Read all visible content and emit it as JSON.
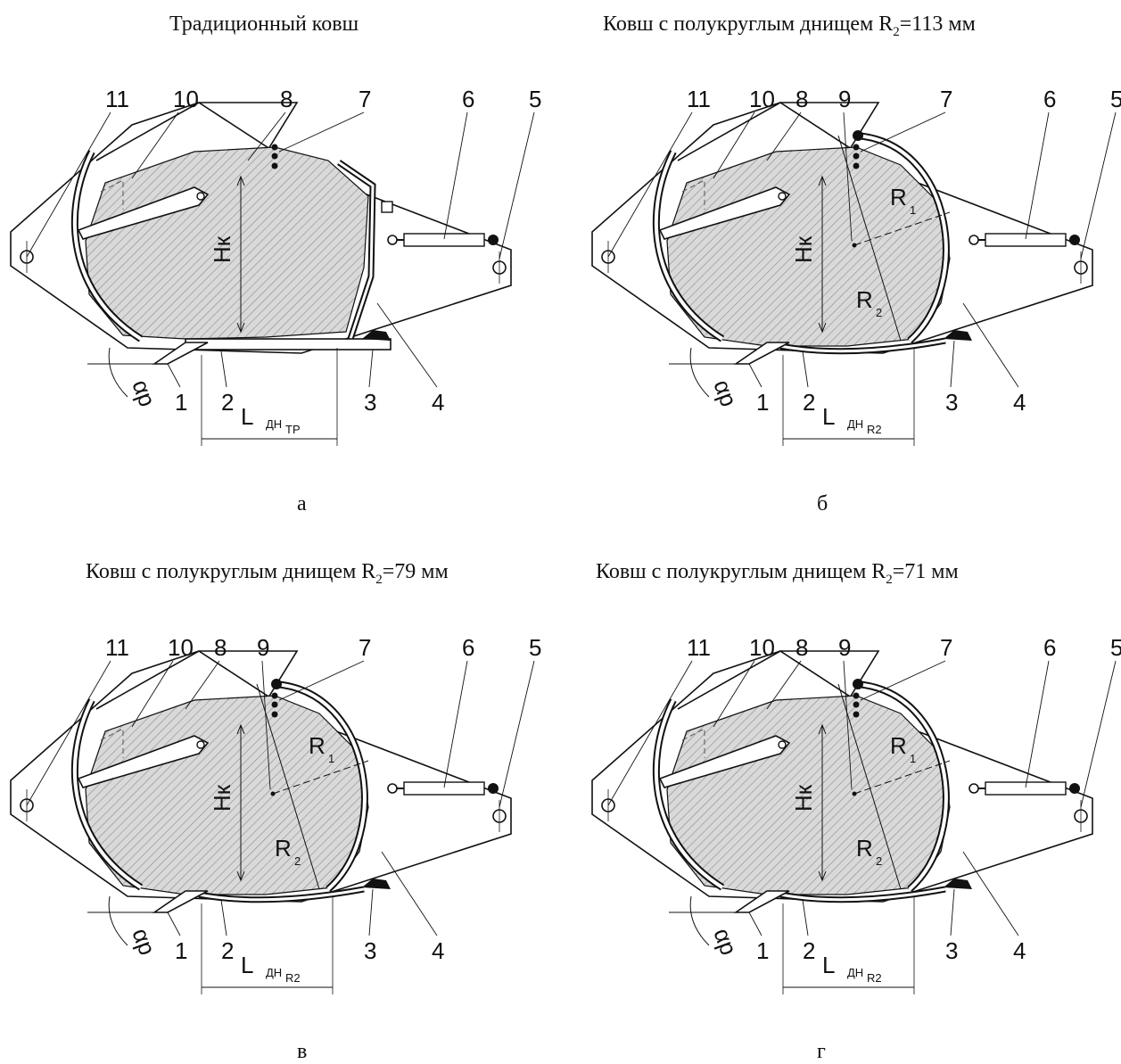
{
  "panels": [
    {
      "id": "a",
      "title": "Традиционный ковш",
      "letter": "а",
      "variant": "traditional",
      "callouts": [
        "11",
        "10",
        "8",
        "7",
        "6",
        "5",
        "1",
        "2",
        "3",
        "4"
      ],
      "dims": {
        "height": "Нк",
        "length": "L",
        "length_sub": "ДН",
        "length_sub2": "ТР",
        "angle": "αр"
      }
    },
    {
      "id": "b",
      "title_pre": "Ковш с полукруглым днищем R",
      "title_sub": "2",
      "title_post": "=113 мм",
      "letter": "б",
      "variant": "round",
      "callouts": [
        "11",
        "10",
        "8",
        "9",
        "7",
        "6",
        "5",
        "1",
        "2",
        "3",
        "4"
      ],
      "dims": {
        "height": "Нк",
        "length": "L",
        "length_sub": "ДН",
        "length_sub2": "R2",
        "r1": "R",
        "r1_sub": "1",
        "r2": "R",
        "r2_sub": "2",
        "angle": "αр"
      }
    },
    {
      "id": "v",
      "title_pre": "Ковш с полукруглым днищем R",
      "title_sub": "2",
      "title_post": "=79 мм",
      "letter": "в",
      "variant": "round",
      "callouts": [
        "11",
        "10",
        "8",
        "9",
        "7",
        "6",
        "5",
        "1",
        "2",
        "3",
        "4"
      ],
      "dims": {
        "height": "Нк",
        "length": "L",
        "length_sub": "ДН",
        "length_sub2": "R2",
        "r1": "R",
        "r1_sub": "1",
        "r2": "R",
        "r2_sub": "2",
        "angle": "αр"
      }
    },
    {
      "id": "g",
      "title_pre": "Ковш с полукруглым днищем R",
      "title_sub": "2",
      "title_post": "=71 мм",
      "letter": "г",
      "variant": "round",
      "callouts": [
        "11",
        "10",
        "8",
        "9",
        "7",
        "6",
        "5",
        "1",
        "2",
        "3",
        "4"
      ],
      "dims": {
        "height": "Нк",
        "length": "L",
        "length_sub": "ДН",
        "length_sub2": "R2",
        "r1": "R",
        "r1_sub": "1",
        "r2": "R",
        "r2_sub": "2",
        "angle": "αр"
      }
    }
  ],
  "colors": {
    "line": "#111111",
    "fill": "#d9d9d9",
    "background": "#ffffff"
  }
}
